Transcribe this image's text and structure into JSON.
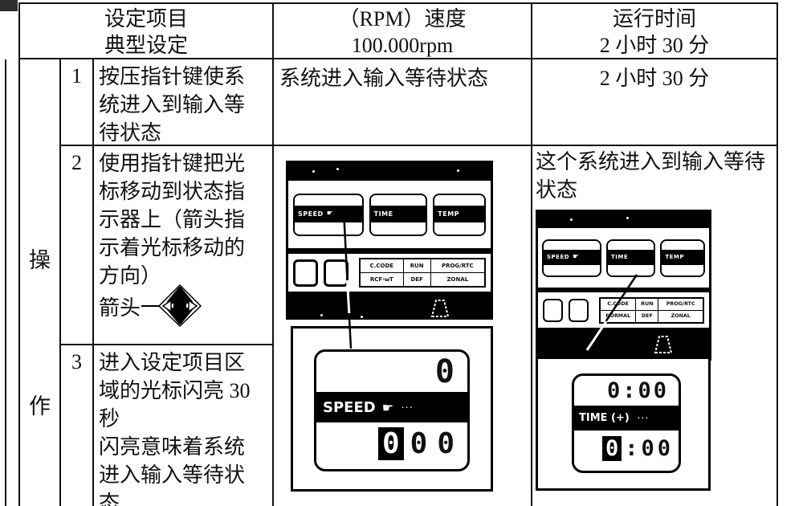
{
  "header": {
    "left_lines": [
      "设定项目",
      "典型设定"
    ],
    "speed_lines": [
      "（RPM）速度",
      "100.000rpm"
    ],
    "time_lines": [
      "运行时间",
      "2 小时 30 分"
    ]
  },
  "side_label": {
    "top": "操",
    "bottom": "作"
  },
  "steps": [
    {
      "num": "1",
      "desc_lines": [
        "按压指针键使系",
        "统进入到输入等",
        "待状态"
      ],
      "speed_result": "系统进入输入等待状态",
      "time_result": "2 小时 30 分"
    },
    {
      "num": "2",
      "desc_lines": [
        "使用指针键把光",
        "标移动到状态指",
        "示器上（箭头指",
        "示着光标移动的",
        "方向）"
      ],
      "arrow_label": "箭头"
    },
    {
      "num": "3",
      "desc_lines": [
        "进入设定项目区",
        "域的光标闪亮 30",
        "秒",
        "闪亮意味着系统",
        "进入输入等待状",
        "态"
      ]
    }
  ],
  "time_note_lines": [
    "这个系统进入到输入等待",
    "状态"
  ],
  "pointer_icon": "☛",
  "speed_panel": {
    "modules": [
      "SPEED",
      "TIME",
      "TEMP"
    ],
    "keys_row1": [
      "C.CODE",
      "RUN",
      "PROG/RTC"
    ],
    "keys_row2": [
      "RCF·ωT",
      "DEF",
      "ZONAL"
    ]
  },
  "time_panel": {
    "modules": [
      "SPEED",
      "TIME",
      "TEMP"
    ],
    "keys_row1": [
      "C.CODE",
      "RUN",
      "PROG/RTC"
    ],
    "keys_row2": [
      "NORMAL",
      "DEF",
      "ZONAL"
    ]
  },
  "speed_detail": {
    "top_value": "0",
    "label": "SPEED",
    "unit_marks": "···",
    "bottom_first": "0",
    "bottom_rest": "00"
  },
  "time_detail": {
    "top_value": "0:00",
    "label": "TIME (+)",
    "unit_marks": "···",
    "bottom_first": "0",
    "bottom_rest": ":00"
  }
}
